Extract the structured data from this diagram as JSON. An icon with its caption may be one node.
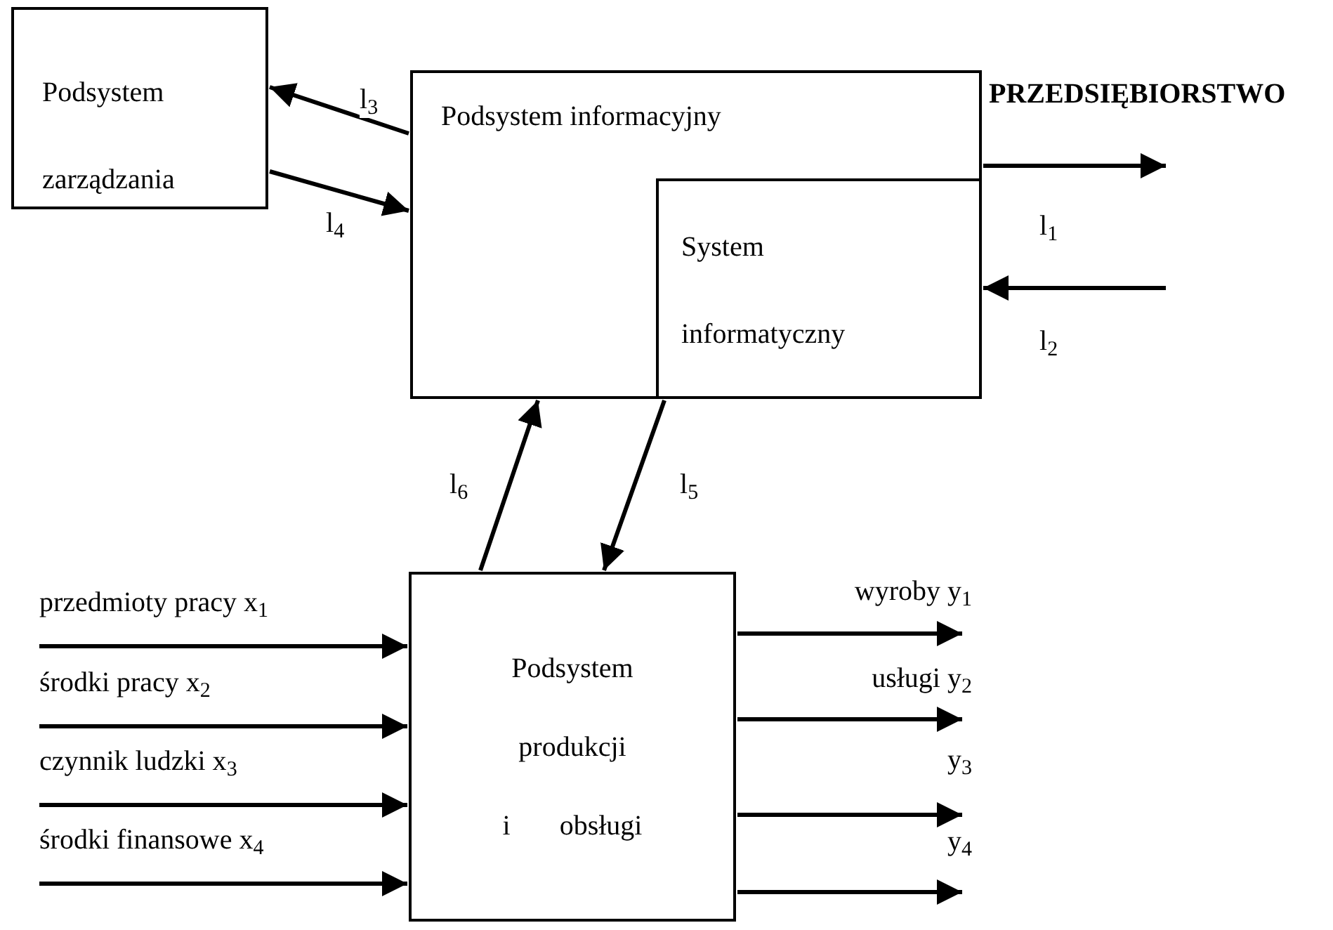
{
  "diagram": {
    "nodes": [
      {
        "text": [
          "Podsystem zarządzania"
        ]
      },
      {
        "text": [
          "Podsystem informacyjny"
        ]
      },
      {
        "text": [
          "System informatyczny"
        ],
        "in": 1
      },
      {
        "text": [
          "Podsystem produkcji i obsługi"
        ]
      }
    ],
    "edges": [
      {
        "from": 1,
        "to": 0,
        "arrow": "to",
        "label": "l$_{3}$"
      },
      {
        "from": 0,
        "to": 1,
        "arrow": "to",
        "label": "l$_{4}$"
      },
      {
        "from": 1,
        "to": null,
        "arrow": "to",
        "label": "l$_{1}$"
      },
      {
        "from": null,
        "to": 2,
        "arrow": "to",
        "label": "l$_{2}$"
      },
      {
        "from": 3,
        "to": 1,
        "arrow": "to",
        "label": "l$_{6}$"
      },
      {
        "from": 2,
        "to": 3,
        "arrow": "to",
        "label": "l$_{5}$"
      },
      {
        "from": null,
        "to": 3,
        "arrow": "to",
        "label": "przedmioty pracy x$_{1}$"
      },
      {
        "from": null,
        "to": 3,
        "arrow": "to",
        "label": "środki pracy x$_{2}$"
      },
      {
        "from": null,
        "to": 3,
        "arrow": "to",
        "label": "czynnik ludzki x$_{3}$"
      },
      {
        "from": null,
        "to": 3,
        "arrow": "to",
        "label": "środki finansowe x$_{4}$"
      },
      {
        "from": 3,
        "to": null,
        "arrow": "to",
        "label": "wyroby y$_{1}$"
      },
      {
        "from": 3,
        "to": null,
        "arrow": "to",
        "label": "usługi y$_{2}$"
      },
      {
        "from": 3,
        "to": null,
        "arrow": "to",
        "label": "y$_{3}$"
      },
      {
        "from": 3,
        "to": null,
        "arrow": "to",
        "label": "y$_{4}$"
      }
    ],
    "labels": [
      "PRZEDSIĘBIORSTWO"
    ]
  }
}
